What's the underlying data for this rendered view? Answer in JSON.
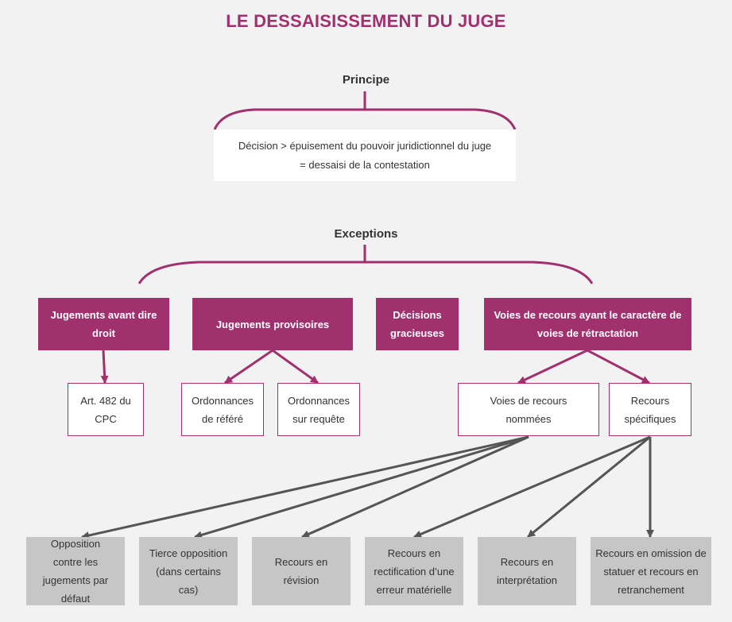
{
  "title": "LE DESSAISISSEMENT DU JUGE",
  "principle": {
    "heading": "Principe",
    "line1": "Décision > épuisement du pouvoir juridictionnel du juge",
    "line2": "=  dessaisi de la contestation"
  },
  "exceptions": {
    "heading": "Exceptions",
    "categories": [
      "Jugements avant dire droit",
      "Jugements provisoires",
      "Décisions gracieuses",
      "Voies de recours ayant le caractère de voies de rétractation"
    ]
  },
  "subitems": {
    "art482": "Art. 482 du CPC",
    "refere": "Ordonnances de référé",
    "requete": "Ordonnances sur requête",
    "nommees": "Voies de recours nommées",
    "specifiques": "Recours spécifiques"
  },
  "recours": [
    "Opposition contre les jugements par défaut",
    "Tierce opposition (dans certains cas)",
    "Recours en révision",
    "Recours en rectification d’une erreur matérielle",
    "Recours en interprétation",
    "Recours en omission de statuer et recours en retranchement"
  ],
  "colors": {
    "accent": "#a0306e",
    "gray_box": "#c6c6c6",
    "arrow_gray": "#555555",
    "background": "#f2f2f2"
  }
}
